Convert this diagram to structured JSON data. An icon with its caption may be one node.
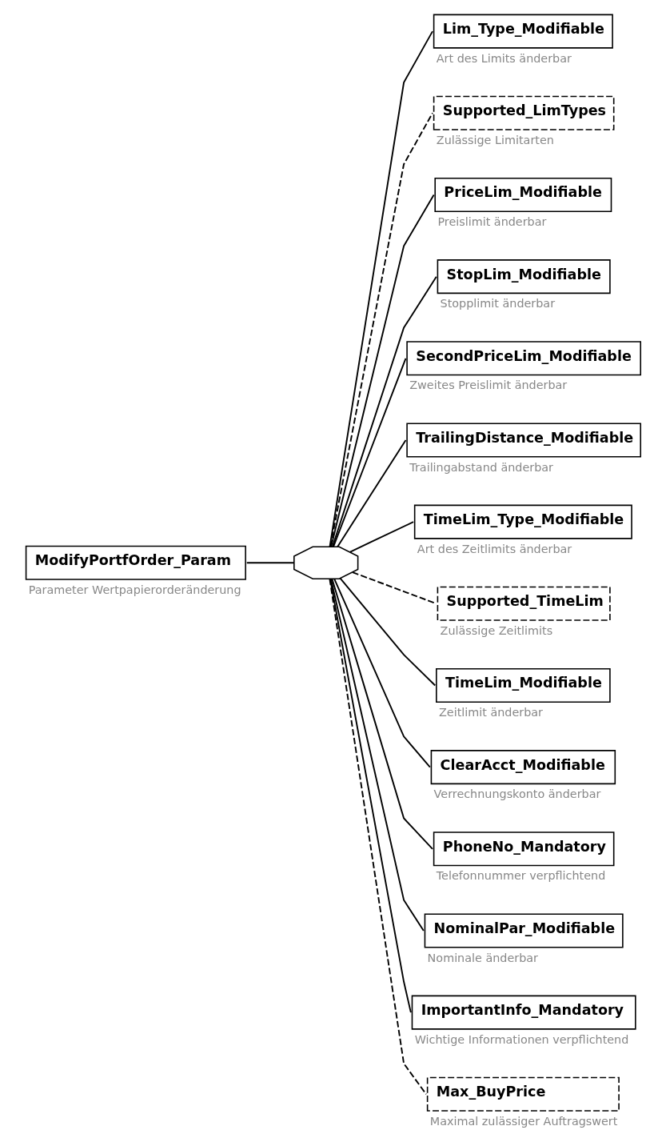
{
  "diagram": {
    "nodes": [
      {
        "text": [
          "ModifyPortfOrder_Param"
        ],
        "beside": [
          "Parameter Wertpapierorderänderung"
        ]
      },
      {
        "text": [],
        "shape": "octagon"
      },
      {
        "text": [
          "Lim_Type_Modifiable"
        ],
        "beside": [
          "Art des Limits änderbar"
        ]
      },
      {
        "text": [
          "Supported_LimTypes"
        ],
        "beside": [
          "Zulässige Limitarten"
        ]
      },
      {
        "text": [
          "PriceLim_Modifiable"
        ],
        "beside": [
          "Preislimit änderbar"
        ]
      },
      {
        "text": [
          "StopLim_Modifiable"
        ],
        "beside": [
          "Stopplimit änderbar"
        ]
      },
      {
        "text": [
          "SecondPriceLim_Modifiable"
        ],
        "beside": [
          "Zweites Preislimit änderbar"
        ]
      },
      {
        "text": [
          "TrailingDistance_Modifiable"
        ],
        "beside": [
          "Trailingabstand änderbar"
        ]
      },
      {
        "text": [
          "TimeLim_Type_Modifiable"
        ],
        "beside": [
          "Art des Zeitlimits änderbar"
        ]
      },
      {
        "text": [
          "Supported_TimeLim"
        ],
        "beside": [
          "Zulässige Zeitlimits"
        ]
      },
      {
        "text": [
          "TimeLim_Modifiable"
        ],
        "beside": [
          "Zeitlimit änderbar"
        ]
      },
      {
        "text": [
          "ClearAcct_Modifiable"
        ],
        "beside": [
          "Verrechnungskonto änderbar"
        ]
      },
      {
        "text": [
          "PhoneNo_Mandatory"
        ],
        "beside": [
          "Telefonnummer verpflichtend"
        ]
      },
      {
        "text": [
          "NominalPar_Modifiable"
        ],
        "beside": [
          "Nominale änderbar"
        ]
      },
      {
        "text": [
          "ImportantInfo_Mandatory"
        ],
        "beside": [
          "Wichtige Informationen verpflichtend"
        ]
      },
      {
        "text": [
          "Max_BuyPrice"
        ],
        "beside": [
          "Maximal zulässiger Auftragswert"
        ]
      }
    ],
    "edges": [
      {
        "from": 0,
        "to": 1,
        "arrow": "none"
      },
      {
        "from": 1,
        "to": 2,
        "arrow": "none"
      },
      {
        "from": 1,
        "to": 3,
        "arrow": "none",
        "style": "dashed"
      },
      {
        "from": 1,
        "to": 4,
        "arrow": "none"
      },
      {
        "from": 1,
        "to": 5,
        "arrow": "none"
      },
      {
        "from": 1,
        "to": 6,
        "arrow": "none"
      },
      {
        "from": 1,
        "to": 7,
        "arrow": "none"
      },
      {
        "from": 1,
        "to": 8,
        "arrow": "none"
      },
      {
        "from": 1,
        "to": 9,
        "arrow": "none",
        "style": "dashed"
      },
      {
        "from": 1,
        "to": 10,
        "arrow": "none"
      },
      {
        "from": 1,
        "to": 11,
        "arrow": "none"
      },
      {
        "from": 1,
        "to": 12,
        "arrow": "none"
      },
      {
        "from": 1,
        "to": 13,
        "arrow": "none"
      },
      {
        "from": 1,
        "to": 14,
        "arrow": "none"
      },
      {
        "from": 1,
        "to": 15,
        "arrow": "none",
        "style": "dashed"
      }
    ]
  }
}
